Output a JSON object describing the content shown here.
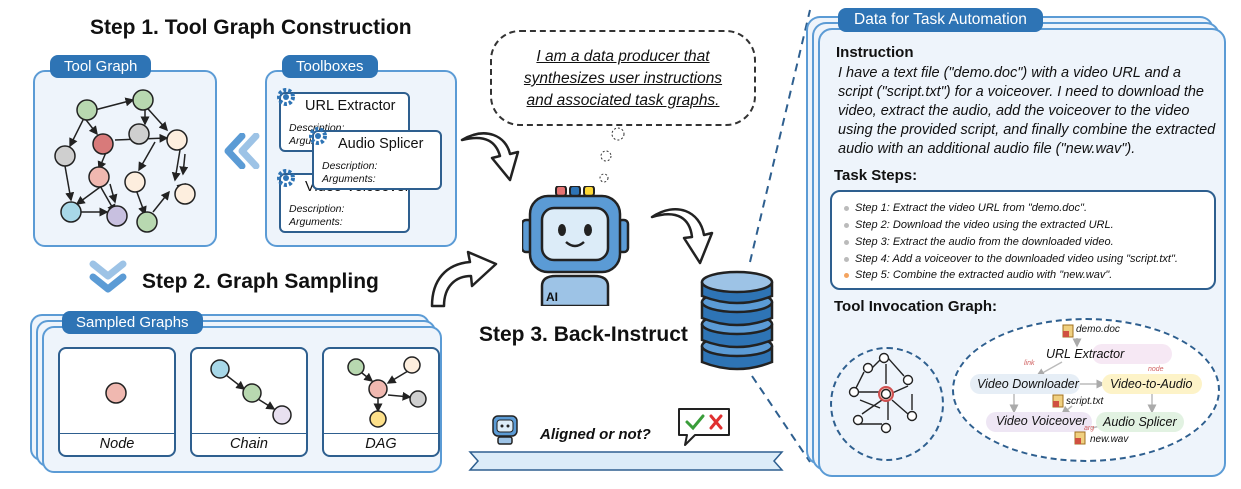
{
  "step1": {
    "title": "Step 1. Tool Graph Construction"
  },
  "tool_graph": {
    "tab": "Tool Graph"
  },
  "toolboxes": {
    "tab": "Toolboxes",
    "cards": [
      {
        "name": "URL Extractor",
        "desc": "Description:",
        "args": "Arguments:"
      },
      {
        "name": "Audio Splicer",
        "desc": "Description:",
        "args": "Arguments:"
      },
      {
        "name": "Video Voiceover",
        "desc": "Description:",
        "args": "Arguments:"
      }
    ]
  },
  "step2": {
    "title": "Step 2. Graph Sampling"
  },
  "sampled": {
    "tab": "Sampled Graphs",
    "labels": [
      "Node",
      "Chain",
      "DAG"
    ]
  },
  "step3": {
    "title": "Step 3. Back-Instruct"
  },
  "bubble": {
    "text": "I am a data producer that synthesizes user instructions and associated task graphs."
  },
  "robot": {
    "badge": "AI"
  },
  "aligned": {
    "text": "Aligned or not?"
  },
  "data_panel": {
    "tab": "Data for Task Automation",
    "instruction_title": "Instruction",
    "instruction_text": "I have a text file (\"demo.doc\") with a video URL and a script (\"script.txt\") for a voiceover. I need to download the video, extract the audio, add the voiceover to the video using the provided script, and finally combine the extracted audio with an additional audio file (\"new.wav\").",
    "steps_title": "Task Steps:",
    "steps": [
      "Step 1: Extract the video URL from \"demo.doc\".",
      "Step 2: Download the video using the extracted URL.",
      "Step 3: Extract the audio from the downloaded video.",
      "Step 4: Add a voiceover to the downloaded video using \"script.txt\".",
      "Step 5: Combine the extracted audio with \"new.wav\"."
    ],
    "graph_title": "Tool Invocation Graph:",
    "graph_nodes": {
      "demo": "demo.doc",
      "url": "URL Extractor",
      "dl": "Video Downloader",
      "v2a": "Video-to-Audio",
      "script": "script.txt",
      "vo": "Video Voiceover",
      "splicer": "Audio Splicer",
      "newwav": "new.wav",
      "link": "link",
      "node": "node",
      "arg": "arg"
    }
  },
  "colors": {
    "accent": "#2e74b5",
    "panel": "#eef4fb",
    "border": "#5b9bd5"
  }
}
